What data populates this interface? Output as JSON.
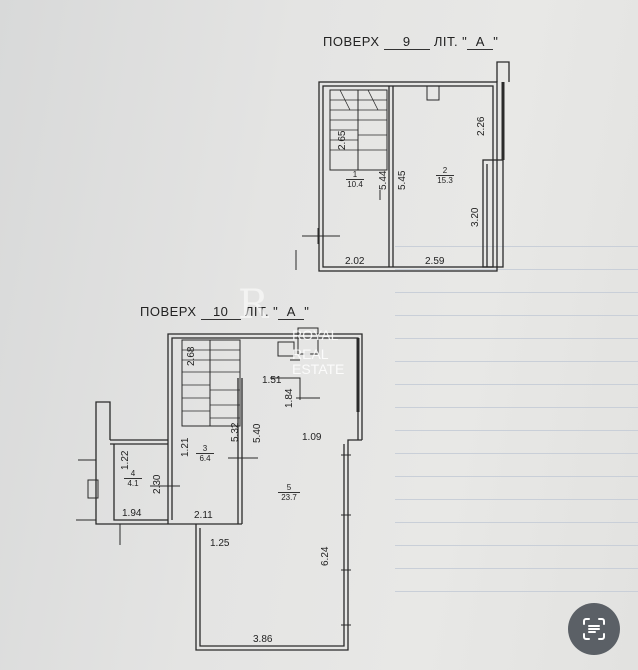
{
  "floor9": {
    "title_prefix": "ПОВЕРХ",
    "floor_number": "9",
    "lit_prefix": "ЛІТ. \"",
    "lit_value": "А",
    "lit_suffix": "\"",
    "dims": {
      "stairs_h": "2.65",
      "wall_a": "5.44",
      "wall_b": "5.45",
      "top_right": "2.26",
      "right_low": "3.20",
      "bottom_left": "2.02",
      "bottom_right": "2.59"
    },
    "rooms": [
      {
        "num": "1",
        "area": "10.4"
      },
      {
        "num": "2",
        "area": "15.3"
      }
    ]
  },
  "floor10": {
    "title_prefix": "ПОВЕРХ",
    "floor_number": "10",
    "lit_prefix": "ЛІТ. \"",
    "lit_value": "А",
    "lit_suffix": "\"",
    "dims": {
      "stairs_h": "2.68",
      "d151": "1.51",
      "d184": "1.84",
      "d532": "5.32",
      "d540": "5.40",
      "d109": "1.09",
      "d122": "1.22",
      "d121": "1.21",
      "d230": "2.30",
      "d194": "1.94",
      "d211": "2.11",
      "d125": "1.25",
      "d624": "6.24",
      "d386": "3.86"
    },
    "rooms": [
      {
        "num": "3",
        "area": "6.4"
      },
      {
        "num": "4",
        "area": "4.1"
      },
      {
        "num": "5",
        "area": "23.7"
      }
    ]
  },
  "watermark": {
    "logo_letter": "R",
    "line1": "ROYAL",
    "line2": "REAL ESTATE"
  },
  "scan_button_icon": "scan-text-icon"
}
